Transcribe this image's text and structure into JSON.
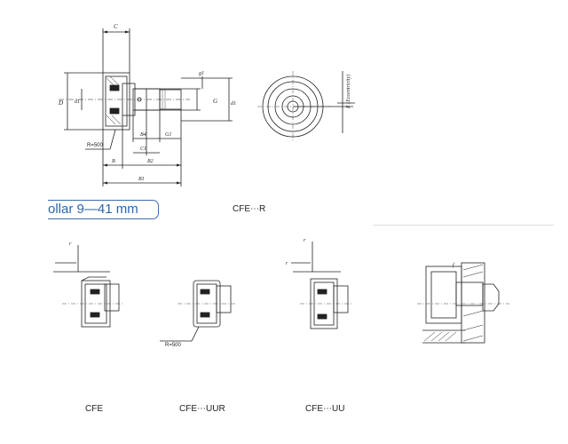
{
  "series_banner": {
    "text": "ollar 9—41 mm"
  },
  "captions": {
    "cfe_r": "CFE⋯R",
    "cfe": "CFE",
    "cfe_uur": "CFE⋯UUR",
    "cfe_uu": "CFE⋯UU"
  },
  "main_drawing": {
    "dim_c": "C",
    "dim_d": "D",
    "dim_g1_small": "g1",
    "dim_d1_left": "d1",
    "dim_g1_right": "g1",
    "dim_g": "G",
    "dim_d1_right": "d1",
    "dim_b4": "B4",
    "dim_g1_lower": "G1",
    "dim_c1": "C1",
    "dim_b": "B",
    "dim_b2": "B2",
    "dim_b1": "B1",
    "radius": "R=500"
  },
  "end_view": {
    "eccentricity": "E (Eccentricity)"
  },
  "detail_drawings": {
    "r1": "r",
    "r2": "r",
    "r3": "r",
    "f": "f",
    "radius": "R=500"
  }
}
